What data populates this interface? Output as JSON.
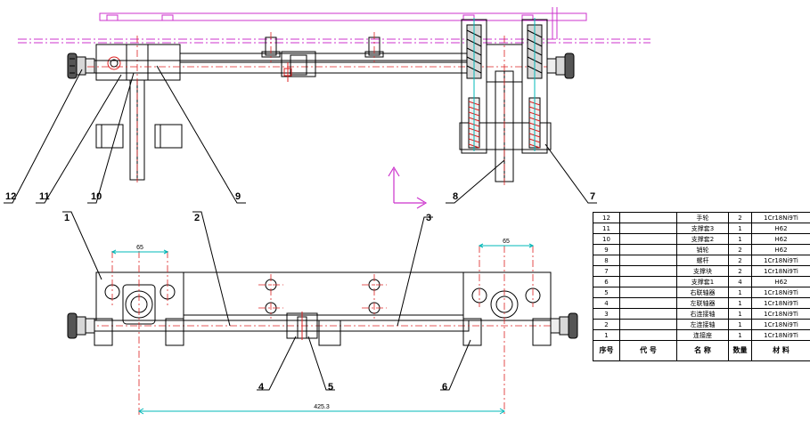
{
  "callouts": [
    {
      "id": "c1",
      "text": "1"
    },
    {
      "id": "c2",
      "text": "2"
    },
    {
      "id": "c3",
      "text": "3"
    },
    {
      "id": "c4",
      "text": "4"
    },
    {
      "id": "c5",
      "text": "5"
    },
    {
      "id": "c6",
      "text": "6"
    },
    {
      "id": "c7",
      "text": "7"
    },
    {
      "id": "c8",
      "text": "8"
    },
    {
      "id": "c9",
      "text": "9"
    },
    {
      "id": "c10",
      "text": "10"
    },
    {
      "id": "c11",
      "text": "11"
    },
    {
      "id": "c12",
      "text": "12"
    }
  ],
  "dimensions": {
    "left_pitch": "65",
    "right_pitch": "65",
    "overall": "425.3"
  },
  "bom": {
    "header": {
      "seq": "序号",
      "code": "代 号",
      "name": "名 称",
      "qty": "数量",
      "material": "材 料"
    },
    "rows": [
      {
        "seq": "12",
        "code": "",
        "name": "手轮",
        "qty": "2",
        "material": "1Cr18Ni9Ti"
      },
      {
        "seq": "11",
        "code": "",
        "name": "支撑套3",
        "qty": "1",
        "material": "H62"
      },
      {
        "seq": "10",
        "code": "",
        "name": "支撑套2",
        "qty": "1",
        "material": "H62"
      },
      {
        "seq": "9",
        "code": "",
        "name": "销轮",
        "qty": "2",
        "material": "H62"
      },
      {
        "seq": "8",
        "code": "",
        "name": "螺杆",
        "qty": "2",
        "material": "1Cr18Ni9Ti"
      },
      {
        "seq": "7",
        "code": "",
        "name": "支撑块",
        "qty": "2",
        "material": "1Cr18Ni9Ti"
      },
      {
        "seq": "6",
        "code": "",
        "name": "支撑套1",
        "qty": "4",
        "material": "H62"
      },
      {
        "seq": "5",
        "code": "",
        "name": "右联轴器",
        "qty": "1",
        "material": "1Cr18Ni9Ti"
      },
      {
        "seq": "4",
        "code": "",
        "name": "左联轴器",
        "qty": "1",
        "material": "1Cr18Ni9Ti"
      },
      {
        "seq": "3",
        "code": "",
        "name": "右连接轴",
        "qty": "1",
        "material": "1Cr18Ni9Ti"
      },
      {
        "seq": "2",
        "code": "",
        "name": "左连接轴",
        "qty": "1",
        "material": "1Cr18Ni9Ti"
      },
      {
        "seq": "1",
        "code": "",
        "name": "连接座",
        "qty": "1",
        "material": "1Cr18Ni9Ti"
      }
    ]
  }
}
